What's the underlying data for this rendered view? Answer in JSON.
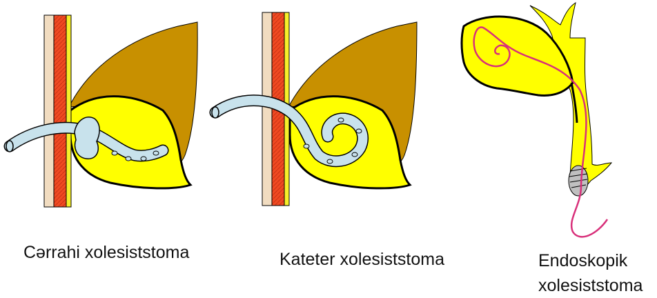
{
  "captions": {
    "surgical": "Cərrahi xolesiststoma",
    "catheter": "Kateter xolesiststoma",
    "endoscopic_line1": "Endoskopik",
    "endoscopic_line2": "xolesiststoma"
  },
  "colors": {
    "skin": "#f1dcc0",
    "muscle": "#f04a22",
    "fat": "#f7ef2a",
    "liver": "#c89000",
    "gallbladder": "#ffff00",
    "tube": "#c8e2ec",
    "wire": "#d8307a",
    "outline": "#000000",
    "caption_text": "#111111"
  }
}
